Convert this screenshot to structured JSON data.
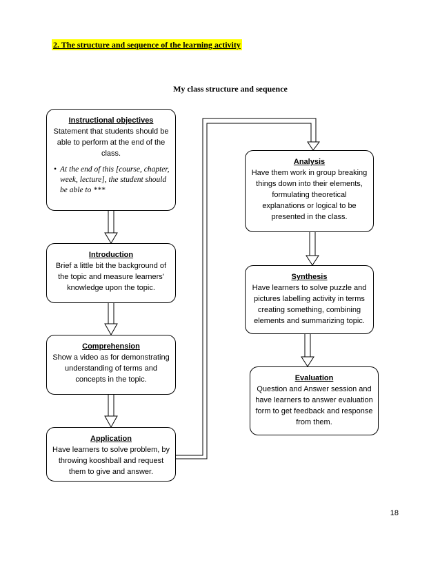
{
  "section_heading": "2. The structure and sequence of the learning activity",
  "diagram_title": "My class structure and sequence",
  "boxes": {
    "objectives": {
      "title": "Instructional objectives",
      "body": "Statement that students should be able to perform at the end of the class.",
      "bullet_symbol": "•",
      "bullet": "At the end of this [course, chapter, week, lecture], the student should be able to ***"
    },
    "introduction": {
      "title": "Introduction",
      "body": "Brief a little bit the background of the topic and measure learners' knowledge upon the topic."
    },
    "comprehension": {
      "title": "Comprehension",
      "body": "Show a video as for demonstrating understanding of terms and concepts in the topic."
    },
    "application": {
      "title": "Application",
      "body": "Have learners to solve problem, by throwing kooshball and request them to give and answer."
    },
    "analysis": {
      "title": "Analysis",
      "body": "Have them work in group breaking things down into their elements, formulating theoretical explanations or logical to be presented in the class."
    },
    "synthesis": {
      "title": "Synthesis",
      "body": "Have learners to solve puzzle and pictures labelling activity in terms creating something, combining elements and summarizing topic."
    },
    "evaluation": {
      "title": "Evaluation",
      "body": "Question and Answer session and have learners to answer evaluation form to get feedback and response from them."
    }
  },
  "page_number": "18"
}
